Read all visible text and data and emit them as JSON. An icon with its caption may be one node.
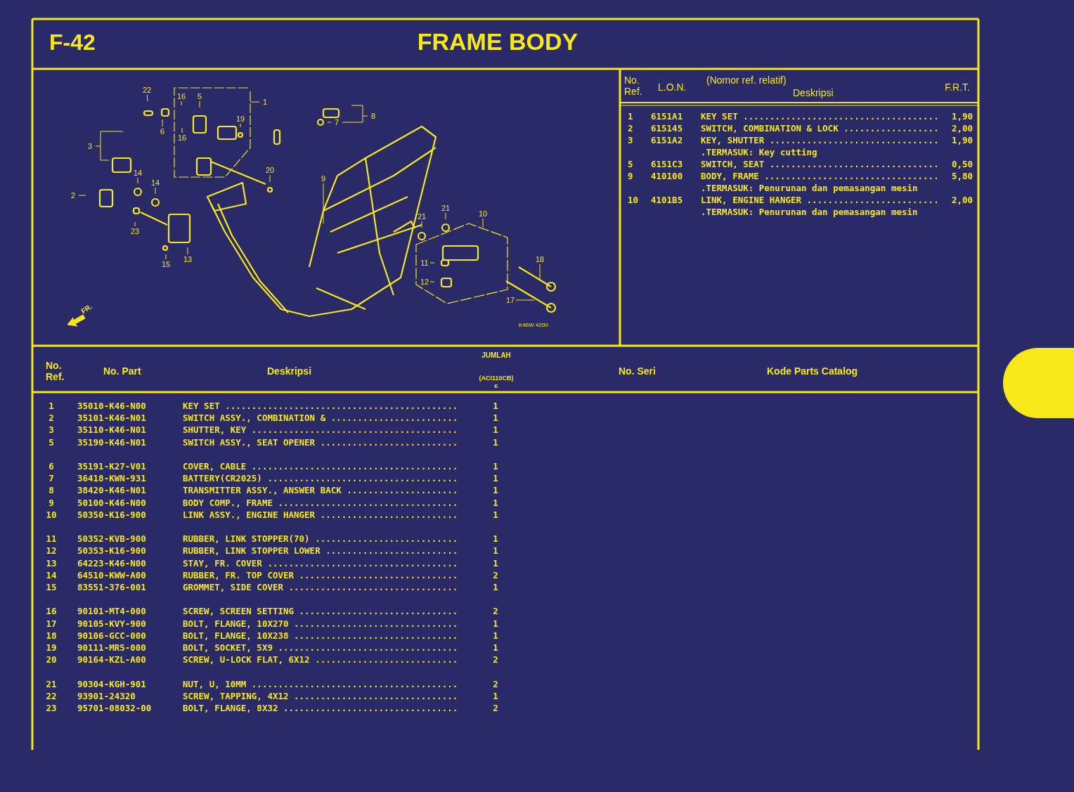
{
  "diagram": {
    "title": "FRAME BODY",
    "nodes": [
      {
        "text": [
          "22"
        ]
      },
      {
        "text": [
          "6"
        ]
      },
      {
        "text": [
          "16"
        ]
      },
      {
        "text": [
          "5"
        ]
      },
      {
        "text": [
          "16"
        ]
      },
      {
        "text": [
          "19"
        ]
      },
      {
        "text": [
          "1"
        ]
      },
      {
        "text": [
          "3"
        ]
      },
      {
        "text": [
          "2"
        ]
      },
      {
        "text": [
          "14"
        ]
      },
      {
        "text": [
          "14"
        ]
      },
      {
        "text": [
          "23"
        ]
      },
      {
        "text": [
          "13"
        ]
      },
      {
        "text": [
          "15"
        ]
      },
      {
        "text": [
          "20"
        ]
      },
      {
        "text": [
          "9"
        ]
      },
      {
        "text": [
          "7"
        ]
      },
      {
        "text": [
          "8"
        ]
      },
      {
        "text": [
          "21"
        ]
      },
      {
        "text": [
          "21"
        ]
      },
      {
        "text": [
          "10"
        ]
      },
      {
        "text": [
          "11"
        ]
      },
      {
        "text": [
          "12"
        ]
      },
      {
        "text": [
          "18"
        ]
      },
      {
        "text": [
          "17"
        ]
      },
      {
        "text": [],
        "shape": "box"
      }
    ],
    "edges": [
      {
        "from": 0,
        "to": null,
        "arrow": "none"
      },
      {
        "from": 1,
        "to": null,
        "arrow": "none"
      },
      {
        "from": 2,
        "to": null,
        "arrow": "none"
      },
      {
        "from": 3,
        "to": null,
        "arrow": "none"
      },
      {
        "from": 4,
        "to": null,
        "arrow": "none"
      },
      {
        "from": 5,
        "to": null,
        "arrow": "none"
      },
      {
        "from": 6,
        "to": null,
        "arrow": "none"
      },
      {
        "from": 7,
        "to": null,
        "arrow": "none"
      },
      {
        "from": 8,
        "to": null,
        "arrow": "none"
      },
      {
        "from": 9,
        "to": null,
        "arrow": "none"
      },
      {
        "from": 10,
        "to": null,
        "arrow": "none"
      },
      {
        "from": 11,
        "to": null,
        "arrow": "none"
      },
      {
        "from": 12,
        "to": null,
        "arrow": "none"
      },
      {
        "from": 13,
        "to": null,
        "arrow": "none"
      },
      {
        "from": 14,
        "to": null,
        "arrow": "none"
      },
      {
        "from": 15,
        "to": null,
        "arrow": "none"
      },
      {
        "from": 16,
        "to": null,
        "arrow": "none"
      },
      {
        "from": 17,
        "to": 16,
        "arrow": "none"
      },
      {
        "from": 18,
        "to": null,
        "arrow": "none"
      },
      {
        "from": 19,
        "to": null,
        "arrow": "none"
      },
      {
        "from": 20,
        "to": null,
        "arrow": "none"
      },
      {
        "from": 21,
        "to": null,
        "arrow": "none"
      },
      {
        "from": 22,
        "to": null,
        "arrow": "none"
      },
      {
        "from": 23,
        "to": null,
        "arrow": "none"
      },
      {
        "from": 24,
        "to": null,
        "arrow": "none"
      }
    ],
    "labels": [
      "F-42",
      "No. Ref.",
      "L.O.N.",
      "(Nomor ref. relatif)",
      "Deskripsi",
      "F.R.T.",
      "1",
      "6151A1",
      "KEY SET .....................................",
      "1,90",
      "2",
      "615145",
      "SWITCH, COMBINATION & LOCK ..................",
      "2,00",
      "3",
      "6151A2",
      "KEY, SHUTTER ................................",
      "1,90",
      ".TERMASUK: Key cutting",
      "5",
      "6151C3",
      "SWITCH, SEAT ................................",
      "0,50",
      "9",
      "410100",
      "BODY, FRAME .................................",
      "5,80",
      ".TERMASUK: Penurunan dan pemasangan mesin",
      "10",
      "4101B5",
      "LINK, ENGINE HANGER .........................",
      "2,00",
      ".TERMASUK: Penurunan dan pemasangan mesin",
      "No. Ref.",
      "No. Part",
      "Deskripsi",
      "JUMLAH",
      "(ACI110CB)",
      "E",
      "No. Seri",
      "Kode Parts Catalog",
      "1",
      "35010-K46-N00",
      "KEY SET ............................................",
      "1",
      "2",
      "35101-K46-N01",
      "SWITCH ASSY., COMBINATION & ........................",
      "1",
      "3",
      "35110-K46-N01",
      "SHUTTER, KEY .......................................",
      "1",
      "5",
      "35190-K46-N01",
      "SWITCH ASSY., SEAT OPENER ..........................",
      "1",
      "6",
      "35191-K27-V01",
      "COVER, CABLE .......................................",
      "1",
      "7",
      "36418-KWN-931",
      "BATTERY(CR2025) ....................................",
      "1",
      "8",
      "38420-K46-N01",
      "TRANSMITTER ASSY., ANSWER BACK .....................",
      "1",
      "9",
      "50100-K46-N00",
      "BODY COMP., FRAME ..................................",
      "1",
      "10",
      "50350-K16-900",
      "LINK ASSY., ENGINE HANGER ..........................",
      "1",
      "11",
      "50352-KVB-900",
      "RUBBER, LINK STOPPER(70) ...........................",
      "1",
      "12",
      "50353-K16-900",
      "RUBBER, LINK STOPPER LOWER .........................",
      "1",
      "13",
      "64223-K46-N00",
      "STAY, FR. COVER ....................................",
      "1",
      "14",
      "64510-KWW-A00",
      "RUBBER, FR. TOP COVER ..............................",
      "2",
      "15",
      "83551-376-001",
      "GROMMET, SIDE COVER ................................",
      "1",
      "16",
      "90101-MT4-000",
      "SCREW, SCREEN SETTING ..............................",
      "2",
      "17",
      "90105-KVY-900",
      "BOLT, FLANGE, 10X270 ...............................",
      "1",
      "18",
      "90106-GCC-000",
      "BOLT, FLANGE, 10X238 ...............................",
      "1",
      "19",
      "90111-MR5-000",
      "BOLT, SOCKET, 5X9 ..................................",
      "1",
      "20",
      "90164-KZL-A00",
      "SCREW, U-LOCK FLAT, 6X12 ...........................",
      "2",
      "21",
      "90304-KGH-901",
      "NUT, U, 10MM .......................................",
      "2",
      "22",
      "93901-24320",
      "SCREW, TAPPING, 4X12 ...............................",
      "1",
      "23",
      "95701-08032-00",
      "BOLT, FLANGE, 8X32 .................................",
      "2",
      "FR.",
      "K46W 4200"
    ]
  }
}
